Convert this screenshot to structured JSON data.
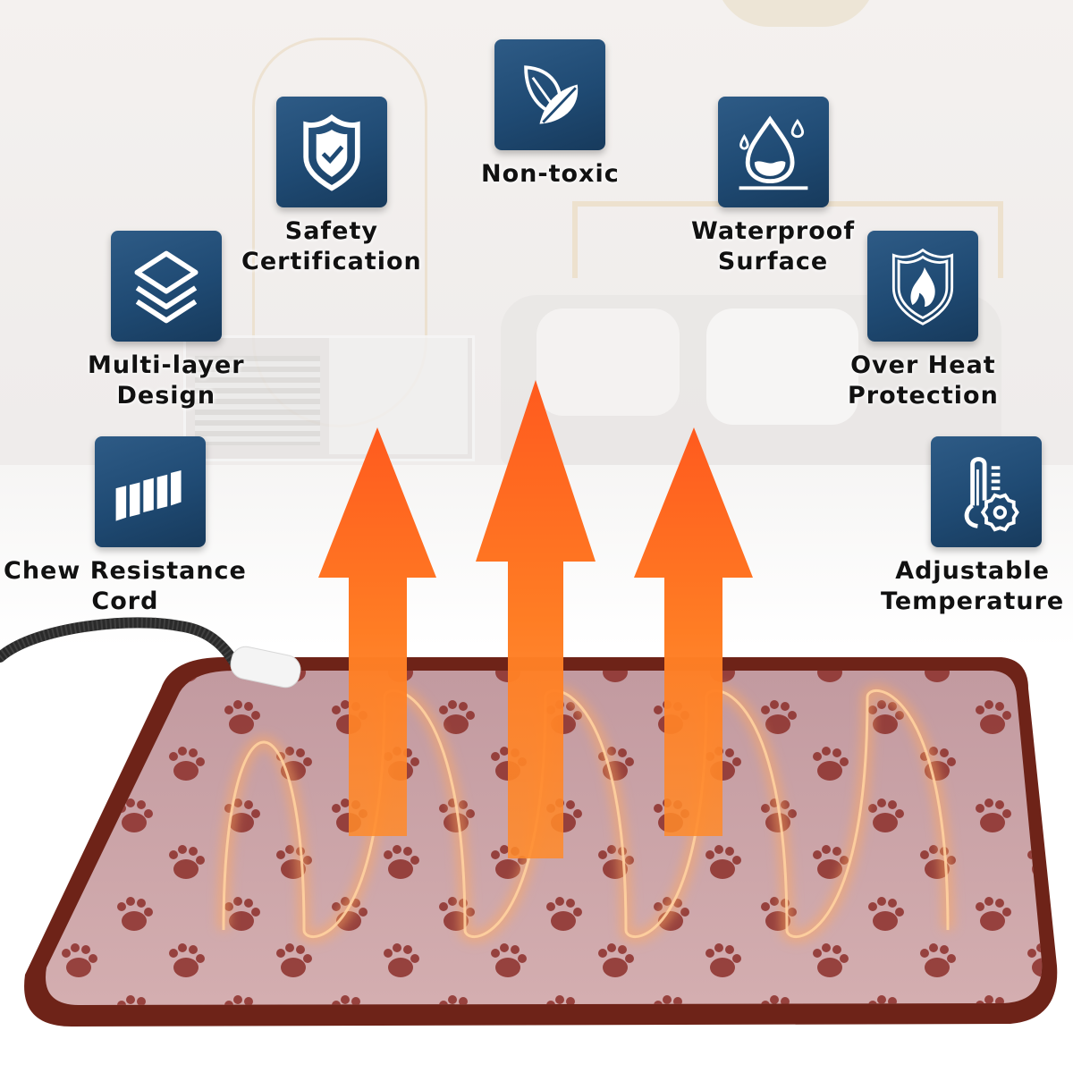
{
  "infographic": {
    "product": "Pet heating pad",
    "features": [
      {
        "id": "non-toxic",
        "icon": "leaf-icon",
        "lines": [
          "Non-toxic"
        ]
      },
      {
        "id": "safety-certification",
        "icon": "shield-check-icon",
        "lines": [
          "Safety",
          "Certification"
        ]
      },
      {
        "id": "waterproof-surface",
        "icon": "water-drop-icon",
        "lines": [
          "Waterproof",
          "Surface"
        ]
      },
      {
        "id": "multi-layer-design",
        "icon": "layers-icon",
        "lines": [
          "Multi-layer",
          "Design"
        ]
      },
      {
        "id": "over-heat-protection",
        "icon": "flame-shield-icon",
        "lines": [
          "Over Heat",
          "Protection"
        ]
      },
      {
        "id": "chew-resistance-cord",
        "icon": "armored-cord-icon",
        "lines": [
          "Chew Resistance",
          "Cord"
        ]
      },
      {
        "id": "adjustable-temperature",
        "icon": "thermometer-knob-icon",
        "lines": [
          "Adjustable",
          "Temperature"
        ]
      }
    ],
    "colors": {
      "tile": "#1f4a73",
      "arrow": "#ff7a1a",
      "mat_border": "#6e2318",
      "mat_surface": "#c9a3a6",
      "paw": "#8c2f2a",
      "heat_wire": "#ffb070"
    },
    "heat_arrows": 3
  }
}
